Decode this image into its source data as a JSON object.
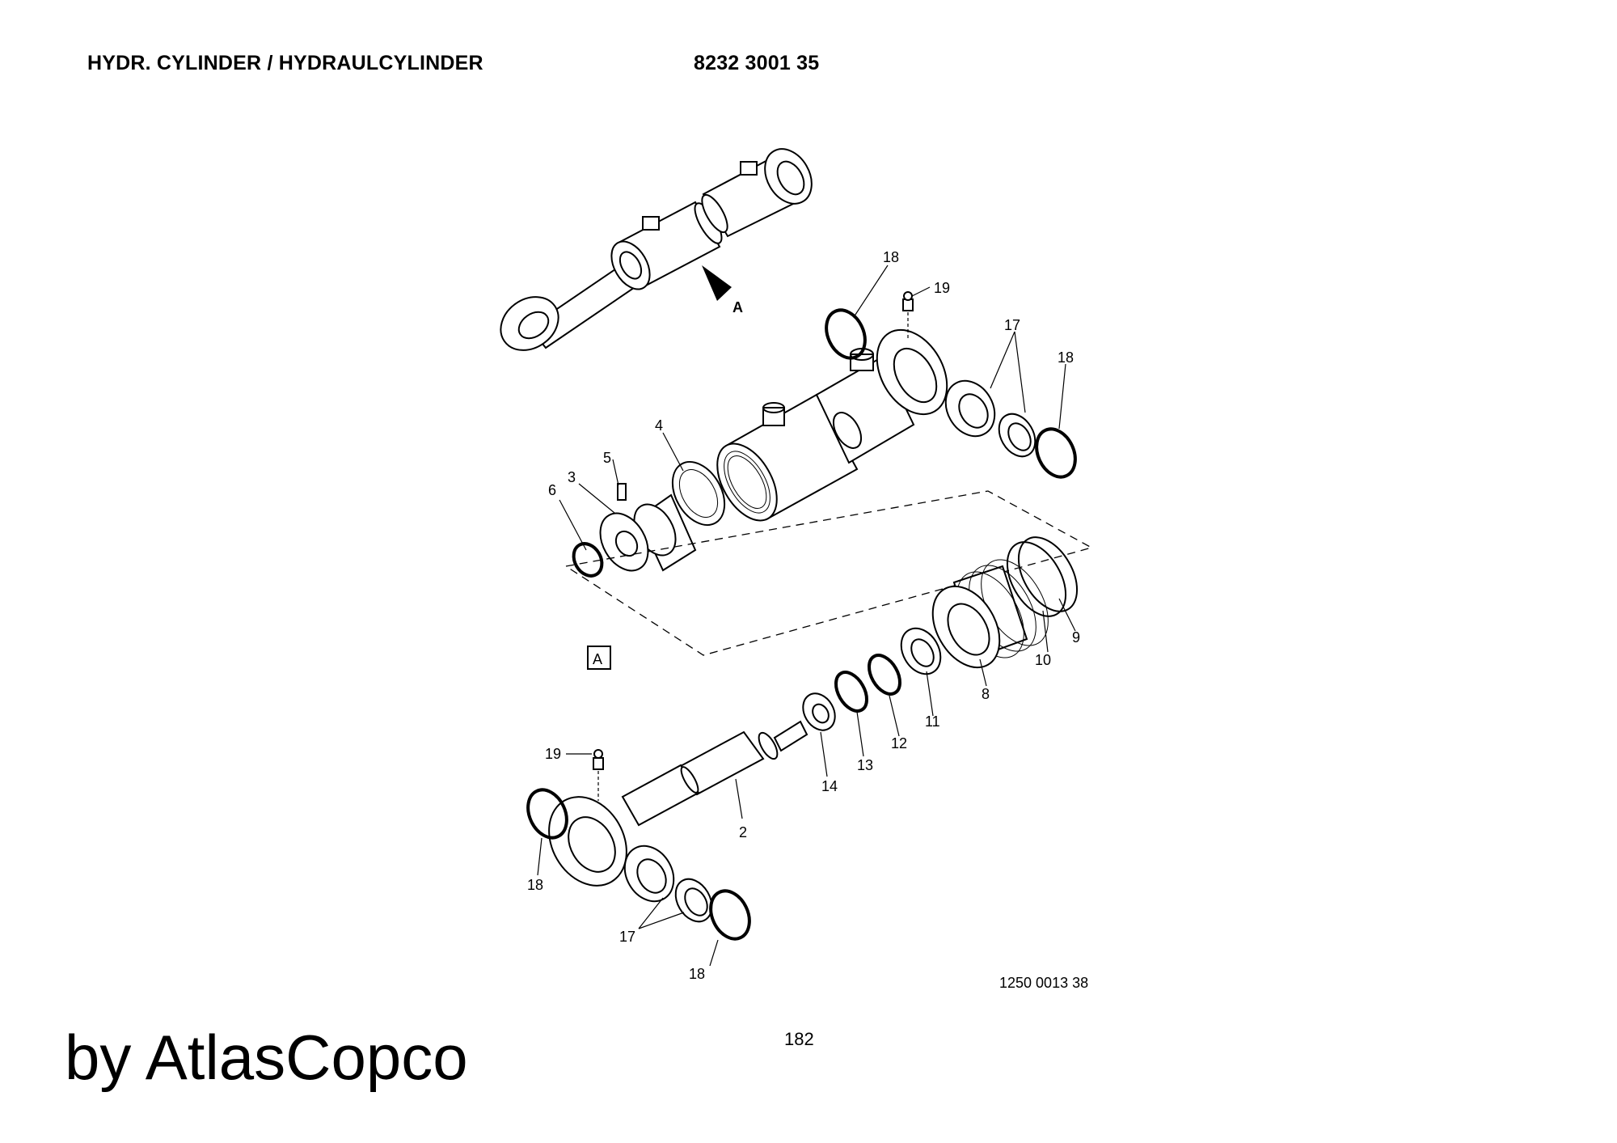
{
  "header": {
    "title": "HYDR. CYLINDER / HYDRAULCYLINDER",
    "part_number": "8232 3001 35"
  },
  "diagram": {
    "view_marker": "A",
    "detail_label": "A",
    "callouts": {
      "c2": "2",
      "c3": "3",
      "c4": "4",
      "c5": "5",
      "c6": "6",
      "c8": "8",
      "c9": "9",
      "c10": "10",
      "c11": "11",
      "c12": "12",
      "c13": "13",
      "c14": "14",
      "c17": "17",
      "c18": "18",
      "c19": "19"
    }
  },
  "footer": {
    "drawing_number": "1250 0013 38",
    "page_number": "182",
    "brand": "by AtlasCopco"
  }
}
